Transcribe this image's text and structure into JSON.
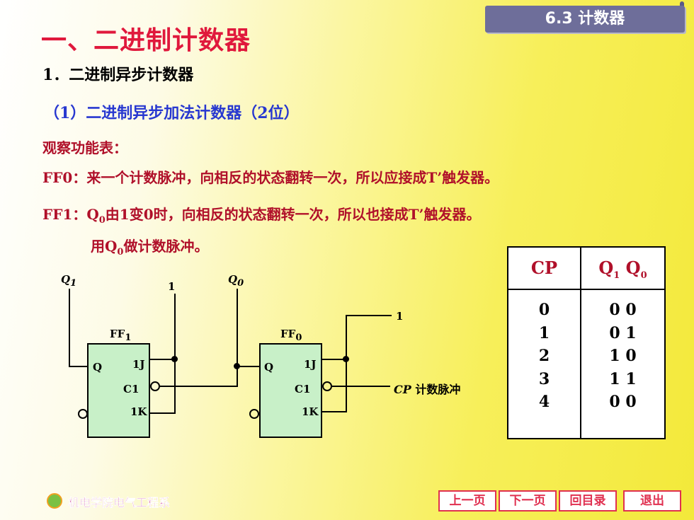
{
  "header": {
    "section_tag": "6.3 计数器"
  },
  "title": "一、二进制计数器",
  "subtitle1": "1．二进制异步计数器",
  "subtitle2": "（1）二进制异步加法计数器（2位）",
  "observe": "观察功能表：",
  "ff0_prefix": "FF0：",
  "ff0_text": "来一个计数脉冲，向相反的状态翻转一次，所以应接成T’触发器。",
  "ff1_prefix": "FF1：",
  "ff1_q": "Q",
  "ff1_sub": "0",
  "ff1_text": "由1变0时，向相反的状态翻转一次，所以也接成T’触发器。",
  "use_prefix": "用",
  "use_q": "Q",
  "use_sub": "0",
  "use_text": "做计数脉冲。",
  "table": {
    "col1_header": "CP",
    "col2_header_q": "Q",
    "col2_header_sub1": "1",
    "col2_header_q2": " Q",
    "col2_header_sub0": "0",
    "cp": [
      "0",
      "1",
      "2",
      "3",
      "4"
    ],
    "q": [
      "0 0",
      "0 1",
      "1 0",
      "1 1",
      "0 0"
    ]
  },
  "circuit": {
    "q1_label": "Q",
    "q1_sub": "1",
    "q0_label": "Q",
    "q0_sub": "0",
    "one_top": "1",
    "one_right": "1",
    "ff1_name": "FF",
    "ff1_sub": "1",
    "ff0_name": "FF",
    "ff0_sub": "0",
    "pin_q": "Q",
    "pin_1j": "1J",
    "pin_c1": "C1",
    "pin_1k": "1K",
    "cp_label": "CP",
    "cp_text": "计数脉冲"
  },
  "footer": {
    "school": "机电学院电气工程系",
    "prev": "上一页",
    "next": "下一页",
    "toc": "回目录",
    "exit": "退出"
  }
}
